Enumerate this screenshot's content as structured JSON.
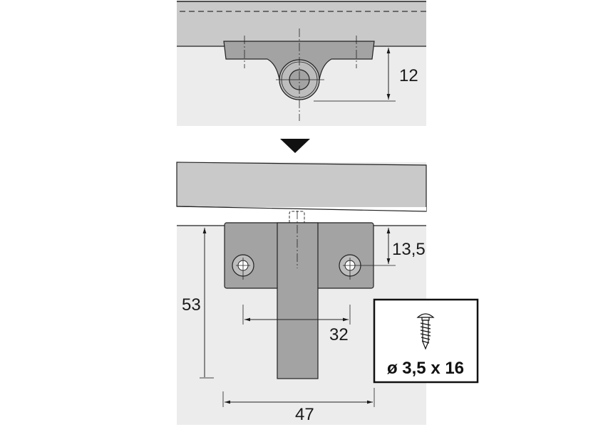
{
  "top_view": {
    "height_dim": "12"
  },
  "bottom_view": {
    "offset_dim": "13,5",
    "total_height_dim": "53",
    "hole_spacing_dim": "32",
    "width_dim": "47"
  },
  "screw_spec": {
    "label": "ø 3,5 x 16",
    "icon": "screw-icon"
  },
  "colors": {
    "board": "#c9c9c9",
    "background": "#ececec",
    "part": "#a3a3a3",
    "line": "#1a1a1a"
  }
}
